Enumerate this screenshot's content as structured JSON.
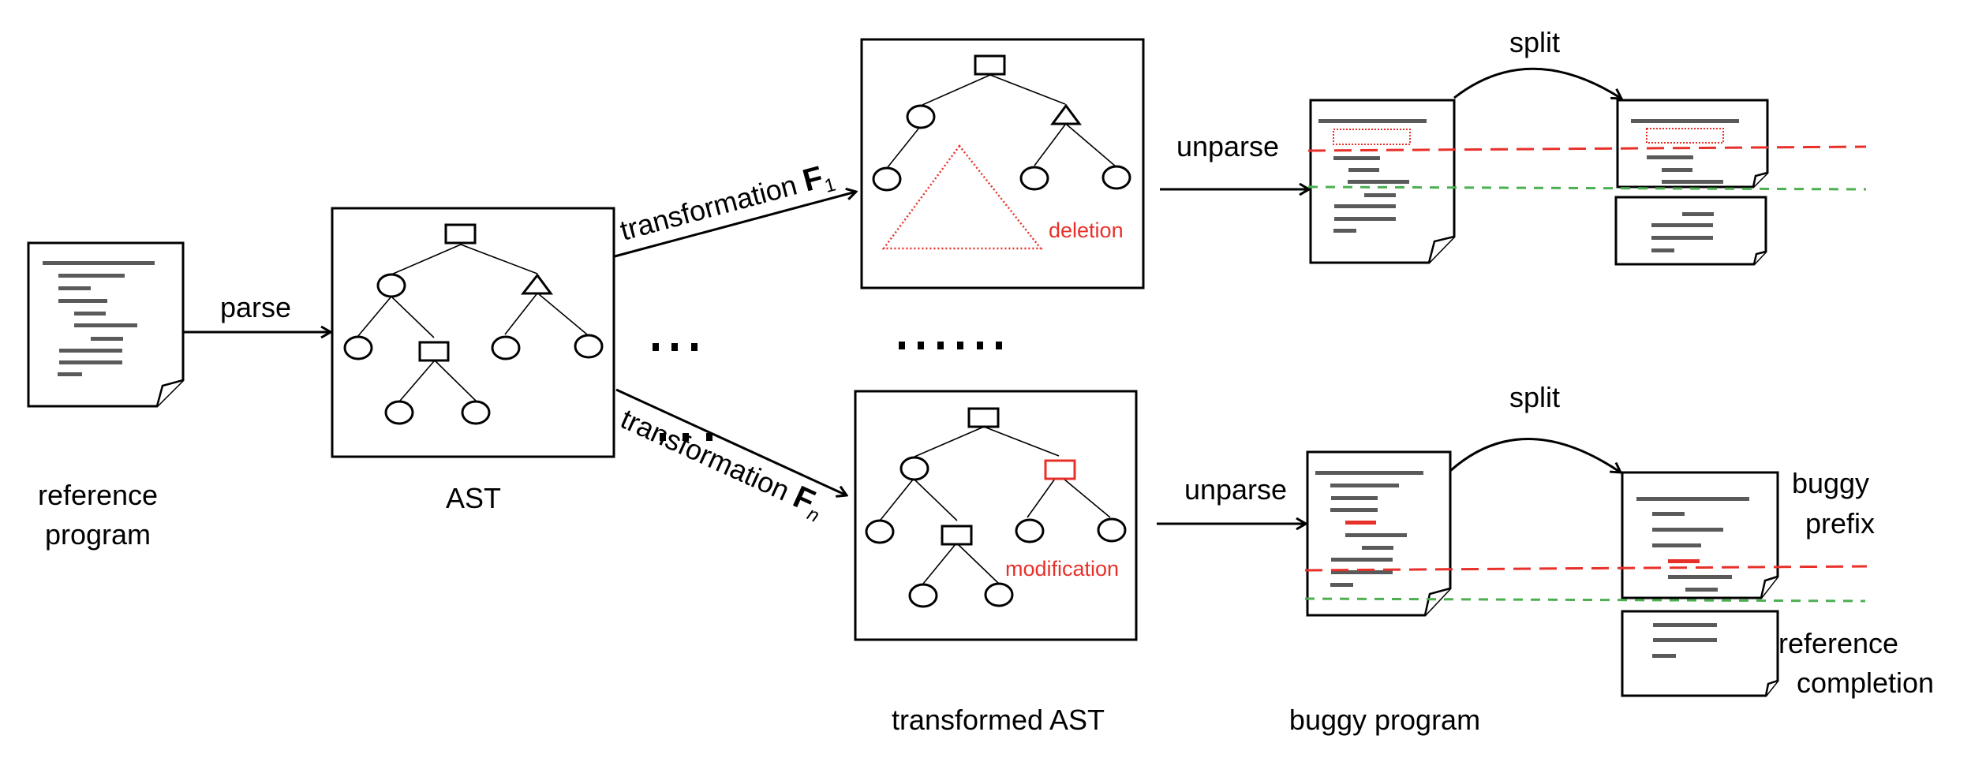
{
  "labels": {
    "reference_program_line1": "reference",
    "reference_program_line2": "program",
    "parse": "parse",
    "ast": "AST",
    "transformation_top": "transformation ",
    "transformation_top_symbol": "F",
    "transformation_top_subscript": "1",
    "transformation_bottom": "transformation ",
    "transformation_bottom_symbol": "F",
    "transformation_bottom_subscript": "n",
    "deletion": "deletion",
    "modification": "modification",
    "unparse_top": "unparse",
    "unparse_bottom": "unparse",
    "split_top": "split",
    "split_bottom": "split",
    "buggy_prefix_line1": "buggy",
    "buggy_prefix_line2": "prefix",
    "reference_completion_line1": "reference",
    "reference_completion_line2": "completion",
    "transformed_ast": "transformed AST",
    "buggy_program": "buggy program"
  },
  "colors": {
    "highlight": "#e8302a",
    "split_point": "#4caf50",
    "code_line": "#5a5a5a"
  },
  "ellipsis": {
    "between_branches_left": "...",
    "between_branches_right": "......"
  }
}
